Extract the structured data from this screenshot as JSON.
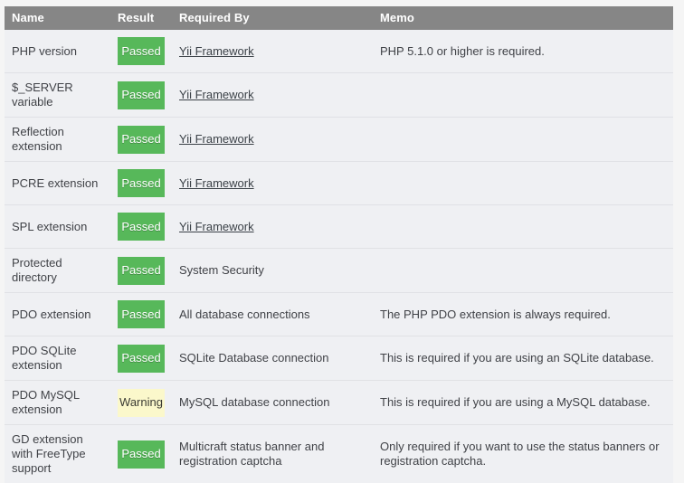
{
  "table": {
    "columns": [
      "Name",
      "Result",
      "Required By",
      "Memo"
    ],
    "colors": {
      "header_bg": "#868686",
      "row_bg": "#eff0f3",
      "passed_bg": "#57b85a",
      "warning_bg": "#fbf8cb",
      "page_bg": "#f5f5f5",
      "row_border": "#e0e1e5",
      "text": "#404247"
    },
    "rows": [
      {
        "name": "PHP version",
        "result": "Passed",
        "result_state": "passed",
        "required_by": "Yii Framework",
        "required_by_is_link": true,
        "memo": "PHP 5.1.0 or higher is required."
      },
      {
        "name": "$_SERVER variable",
        "result": "Passed",
        "result_state": "passed",
        "required_by": "Yii Framework",
        "required_by_is_link": true,
        "memo": ""
      },
      {
        "name": "Reflection extension",
        "result": "Passed",
        "result_state": "passed",
        "required_by": "Yii Framework",
        "required_by_is_link": true,
        "memo": ""
      },
      {
        "name": "PCRE extension",
        "result": "Passed",
        "result_state": "passed",
        "required_by": "Yii Framework",
        "required_by_is_link": true,
        "memo": ""
      },
      {
        "name": "SPL extension",
        "result": "Passed",
        "result_state": "passed",
        "required_by": "Yii Framework",
        "required_by_is_link": true,
        "memo": ""
      },
      {
        "name": "Protected directory",
        "result": "Passed",
        "result_state": "passed",
        "required_by": "System Security",
        "required_by_is_link": false,
        "memo": ""
      },
      {
        "name": "PDO extension",
        "result": "Passed",
        "result_state": "passed",
        "required_by": "All database connections",
        "required_by_is_link": false,
        "memo": "The PHP PDO extension is always required."
      },
      {
        "name": "PDO SQLite extension",
        "result": "Passed",
        "result_state": "passed",
        "required_by": "SQLite Database connection",
        "required_by_is_link": false,
        "memo": "This is required if you are using an SQLite database."
      },
      {
        "name": "PDO MySQL extension",
        "result": "Warning",
        "result_state": "warning",
        "required_by": "MySQL database connection",
        "required_by_is_link": false,
        "memo": "This is required if you are using a MySQL database."
      },
      {
        "name": "GD extension with FreeType support",
        "result": "Passed",
        "result_state": "passed",
        "required_by": "Multicraft status banner and registration captcha",
        "required_by_is_link": false,
        "memo": "Only required if you want to use the status banners or registration captcha."
      }
    ]
  }
}
